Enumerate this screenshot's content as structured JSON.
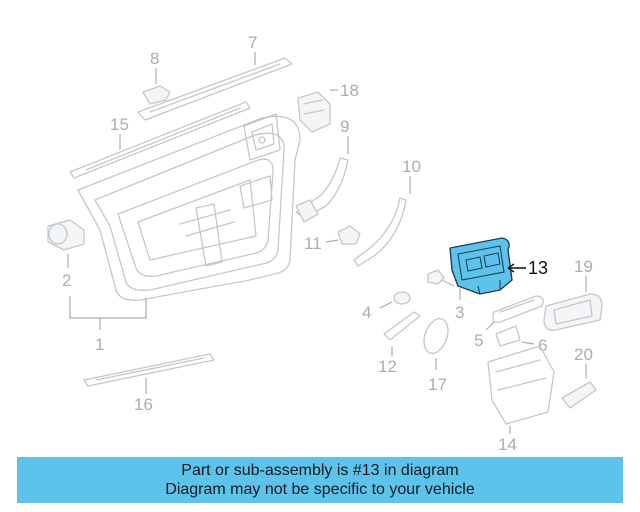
{
  "diagram": {
    "highlighted_part": "13",
    "callouts": {
      "c1": "1",
      "c2": "2",
      "c3": "3",
      "c4": "4",
      "c5": "5",
      "c6": "6",
      "c7": "7",
      "c8": "8",
      "c9": "9",
      "c10": "10",
      "c11": "11",
      "c12": "12",
      "c13": "13",
      "c14": "14",
      "c15": "15",
      "c16": "16",
      "c17": "17",
      "c18": "18",
      "c19": "19",
      "c20": "20"
    },
    "colors": {
      "highlight": "#5ec3ea",
      "banner": "#5ec3ea",
      "linework": "#c3c8cd"
    }
  },
  "banner": {
    "line1": "Part or sub-assembly is #13 in diagram",
    "line2": "Diagram may not be specific to your vehicle"
  }
}
